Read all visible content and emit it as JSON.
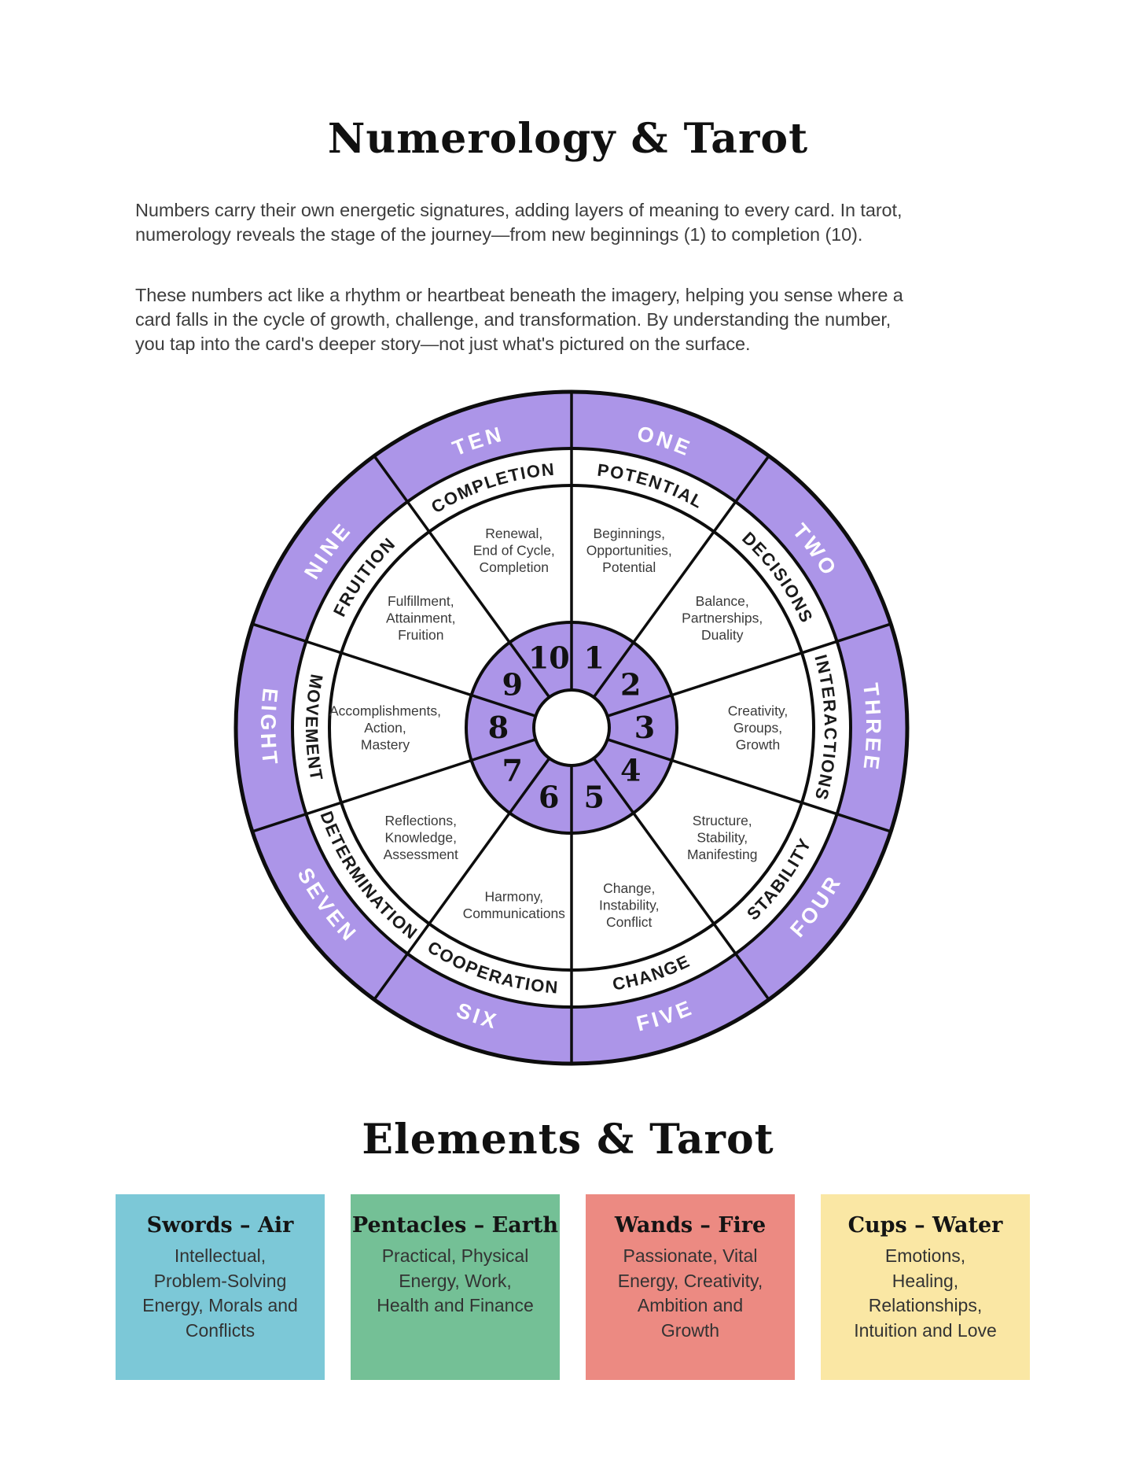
{
  "page": {
    "title1": "Numerology & Tarot",
    "intro_p1": "Numbers carry their own energetic signatures, adding layers of meaning to every card. In tarot,\nnumerology reveals the stage of the journey—from new beginnings (1) to completion (10).",
    "intro_p2": "These numbers act like a rhythm or heartbeat beneath the imagery, helping you sense where a\ncard falls in the cycle of growth, challenge, and transformation. By understanding the number,\nyou tap into the card's deeper story—not just what's pictured on the surface.",
    "title2": "Elements & Tarot"
  },
  "wheel": {
    "colors": {
      "purple": "#ac95e8",
      "stroke": "#0d0d0d",
      "number_name_color": "#ffffff",
      "keyword_color": "#1a1a1a",
      "desc_color": "#3a3a3a"
    },
    "sectors": [
      {
        "number": "1",
        "name": "ONE",
        "keyword": "POTENTIAL",
        "description": [
          "Beginnings,",
          "Opportunities,",
          "Potential"
        ],
        "flip": false
      },
      {
        "number": "2",
        "name": "TWO",
        "keyword": "DECISIONS",
        "description": [
          "Balance,",
          "Partnerships,",
          "Duality"
        ],
        "flip": false
      },
      {
        "number": "3",
        "name": "THREE",
        "keyword": "INTERACTIONS",
        "description": [
          "Creativity,",
          "Groups,",
          "Growth"
        ],
        "flip": false
      },
      {
        "number": "4",
        "name": "FOUR",
        "keyword": "STABILITY",
        "description": [
          "Structure,",
          "Stability,",
          "Manifesting"
        ],
        "flip": true
      },
      {
        "number": "5",
        "name": "FIVE",
        "keyword": "CHANGE",
        "description": [
          "Change,",
          "Instability,",
          "Conflict"
        ],
        "flip": true
      },
      {
        "number": "6",
        "name": "SIX",
        "keyword": "COOPERATION",
        "description": [
          "Harmony,",
          "Communications"
        ],
        "flip": true
      },
      {
        "number": "7",
        "name": "SEVEN",
        "keyword": "DETERMINATION",
        "description": [
          "Reflections,",
          "Knowledge,",
          "Assessment"
        ],
        "flip": true
      },
      {
        "number": "8",
        "name": "EIGHT",
        "keyword": "MOVEMENT",
        "description": [
          "Accomplishments,",
          "Action,",
          "Mastery"
        ],
        "flip": true
      },
      {
        "number": "9",
        "name": "NINE",
        "keyword": "FRUITION",
        "description": [
          "Fulfillment,",
          "Attainment,",
          "Fruition"
        ],
        "flip": false
      },
      {
        "number": "10",
        "name": "TEN",
        "keyword": "COMPLETION",
        "description": [
          "Renewal,",
          "End of Cycle,",
          "Completion"
        ],
        "flip": false
      }
    ]
  },
  "elements": {
    "cards": [
      {
        "title": "Swords – Air",
        "body": "Intellectual,\nProblem-Solving\nEnergy, Morals and\nConflicts",
        "color": "#7cc8d7"
      },
      {
        "title": "Pentacles – Earth",
        "body": "Practical, Physical\nEnergy, Work,\nHealth and Finance",
        "color": "#74c096"
      },
      {
        "title": "Wands – Fire",
        "body": "Passionate, Vital\nEnergy, Creativity,\nAmbition and\nGrowth",
        "color": "#ec8a82"
      },
      {
        "title": "Cups – Water",
        "body": "Emotions,\nHealing,\nRelationships,\nIntuition and Love",
        "color": "#fae7a4"
      }
    ]
  }
}
